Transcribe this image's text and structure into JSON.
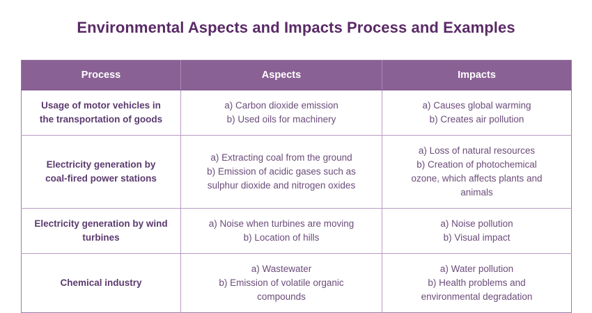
{
  "title": "Environmental Aspects and Impacts Process and Examples",
  "colors": {
    "title_text": "#5a2a66",
    "header_bg": "#8a6195",
    "header_text": "#ffffff",
    "body_text": "#6b4c7a",
    "process_text": "#5b3a6e",
    "border": "#b79ac2",
    "page_bg": "#ffffff"
  },
  "table": {
    "columns": [
      "Process",
      "Aspects",
      "Impacts"
    ],
    "rows": [
      {
        "process": "Usage of motor vehicles in the transportation of goods",
        "process_lines": [
          "Usage of motor vehicles in",
          "the transportation of goods"
        ],
        "aspects": "a) Carbon dioxide emission b) Used oils for machinery",
        "aspects_lines": [
          "a) Carbon dioxide emission",
          "b) Used oils for machinery"
        ],
        "impacts": "a) Causes global warming b) Creates air pollution",
        "impacts_lines": [
          "a) Causes global warming",
          "b) Creates air pollution"
        ]
      },
      {
        "process": "Electricity generation by coal-fired power stations",
        "process_lines": [
          "Electricity generation by",
          "coal-fired power stations"
        ],
        "aspects": "a) Extracting coal from the ground b) Emission of acidic gases such as sulphur dioxide and nitrogen oxides",
        "aspects_lines": [
          "a) Extracting coal from the ground",
          "b) Emission of acidic gases such as",
          "sulphur dioxide and nitrogen oxides"
        ],
        "impacts": "a) Loss of natural resources b) Creation of photochemical ozone, which affects plants and animals",
        "impacts_lines": [
          "a) Loss of natural resources",
          "b) Creation of photochemical",
          "ozone, which affects plants and",
          "animals"
        ]
      },
      {
        "process": "Electricity generation by wind turbines",
        "process_lines": [
          "Electricity generation by wind",
          "turbines"
        ],
        "aspects": "a) Noise when turbines are moving b) Location of hills",
        "aspects_lines": [
          "a) Noise when turbines are moving",
          "b) Location of hills"
        ],
        "impacts": "a) Noise pollution b) Visual impact",
        "impacts_lines": [
          "a) Noise pollution",
          "b) Visual impact"
        ]
      },
      {
        "process": "Chemical industry",
        "process_lines": [
          "Chemical industry"
        ],
        "aspects": "a) Wastewater b) Emission of volatile organic compounds",
        "aspects_lines": [
          "a) Wastewater",
          "b) Emission of volatile organic",
          "compounds"
        ],
        "impacts": "a) Water pollution b) Health problems and environmental degradation",
        "impacts_lines": [
          "a) Water pollution",
          "b) Health problems and",
          "environmental degradation"
        ]
      }
    ]
  }
}
